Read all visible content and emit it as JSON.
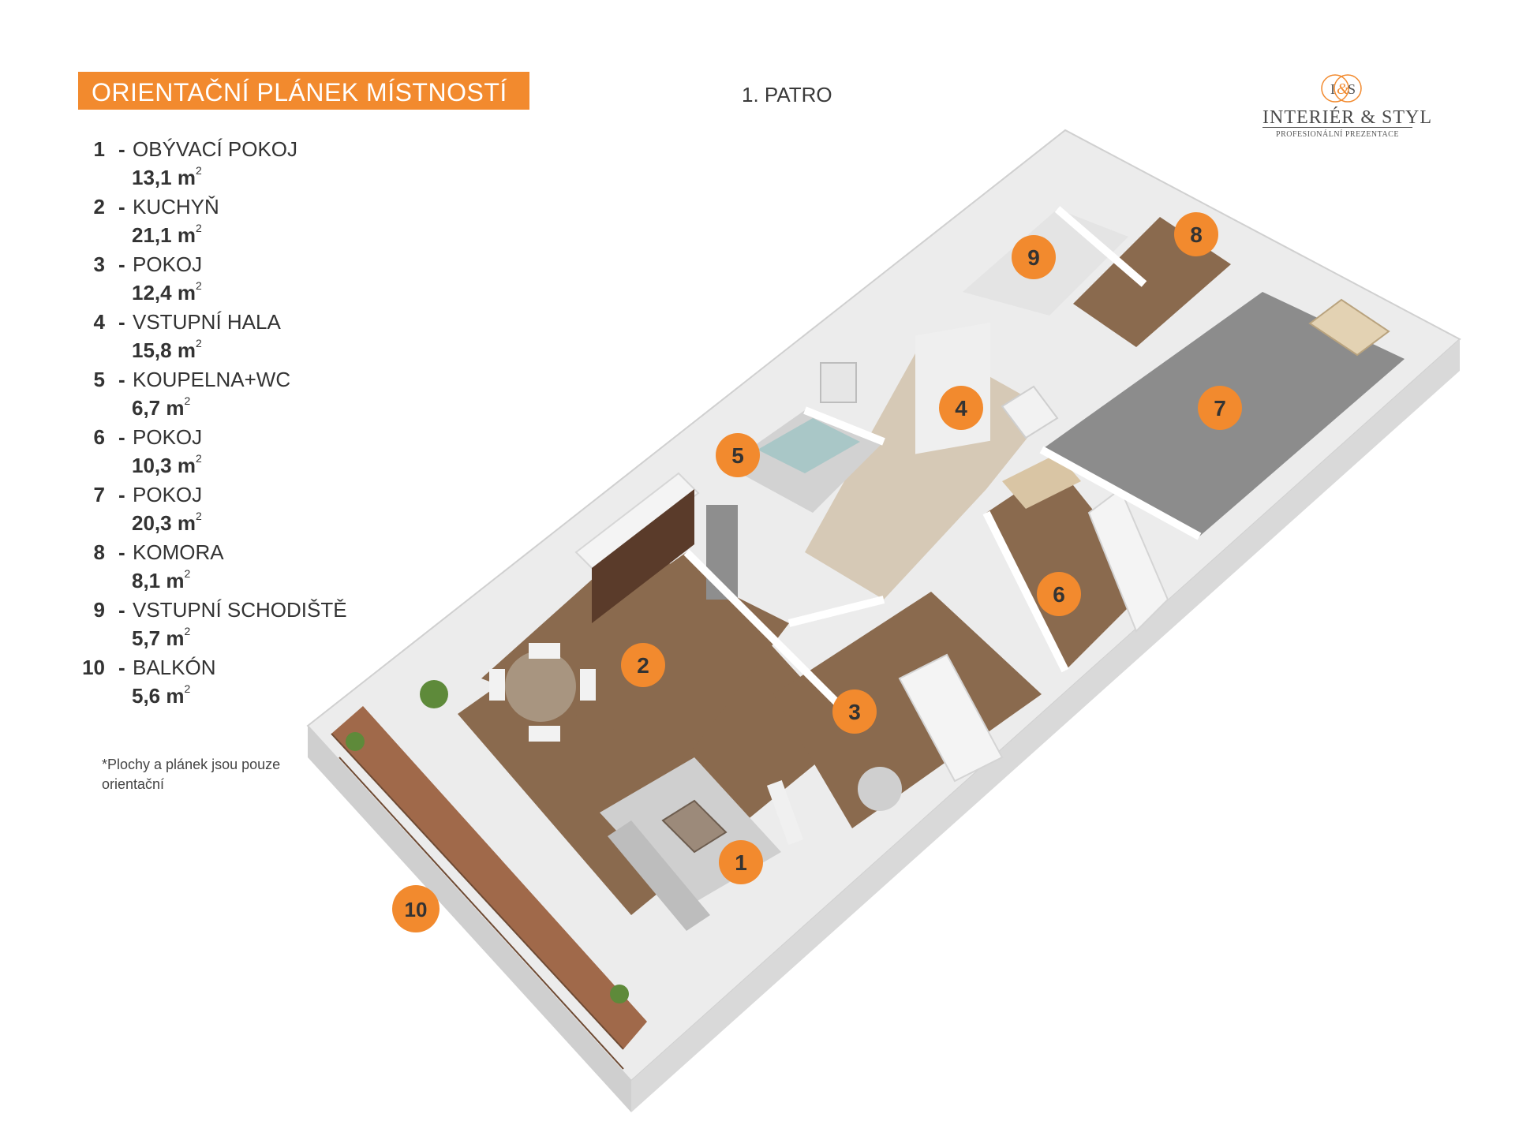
{
  "header": {
    "title": "ORIENTAČNÍ PLÁNEK MÍSTNOSTÍ",
    "floor": "1. PATRO"
  },
  "logo": {
    "monogram_left": "I",
    "monogram_amp": "&",
    "monogram_right": "S",
    "name": "INTERIÉR & STYL",
    "tagline": "PROFESIONÁLNÍ PREZENTACE"
  },
  "area_unit": "m",
  "area_exponent": "2",
  "rooms": [
    {
      "num": "1",
      "name": "OBÝVACÍ POKOJ",
      "area": "13,1"
    },
    {
      "num": "2",
      "name": "KUCHYŇ",
      "area": "21,1"
    },
    {
      "num": "3",
      "name": "POKOJ",
      "area": "12,4"
    },
    {
      "num": "4",
      "name": "VSTUPNÍ HALA",
      "area": "15,8"
    },
    {
      "num": "5",
      "name": "KOUPELNA+WC",
      "area": "6,7"
    },
    {
      "num": "6",
      "name": "POKOJ",
      "area": "10,3"
    },
    {
      "num": "7",
      "name": "POKOJ",
      "area": "20,3"
    },
    {
      "num": "8",
      "name": "KOMORA",
      "area": "8,1"
    },
    {
      "num": "9",
      "name": "VSTUPNÍ SCHODIŠTĚ",
      "area": "5,7"
    },
    {
      "num": "10",
      "name": "BALKÓN",
      "area": "5,6"
    }
  ],
  "footnote": "*Plochy a plánek jsou pouze orientační",
  "colors": {
    "accent": "#f28a2e",
    "wall": "#e8e8e8",
    "wood_floor": "#8a6a4e",
    "tile_floor": "#d6c9b6",
    "carpet": "#8c8c8c",
    "balcony": "#a0694a"
  }
}
